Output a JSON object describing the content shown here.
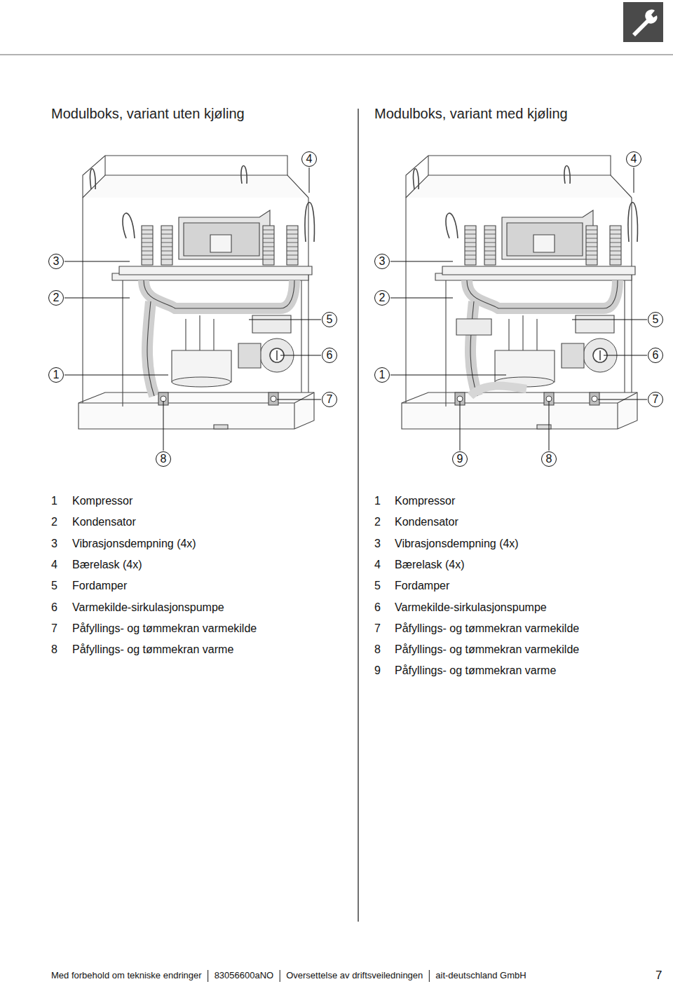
{
  "diagram": {
    "nodes": [
      {
        "text": [
          "4"
        ]
      },
      {
        "text": [
          "3"
        ]
      },
      {
        "text": [
          "2"
        ]
      },
      {
        "text": [
          "5"
        ]
      },
      {
        "text": [
          "6"
        ]
      },
      {
        "text": [
          "1"
        ]
      },
      {
        "text": [
          "7"
        ]
      },
      {
        "text": [
          "8"
        ]
      },
      {
        "text": [
          "4"
        ]
      },
      {
        "text": [
          "3"
        ]
      },
      {
        "text": [
          "2"
        ]
      },
      {
        "text": [
          "5"
        ]
      },
      {
        "text": [
          "6"
        ]
      },
      {
        "text": [
          "1"
        ]
      },
      {
        "text": [
          "7"
        ]
      },
      {
        "text": [
          "9"
        ]
      },
      {
        "text": [
          "8"
        ]
      }
    ],
    "labels": [
      "Modulboks, variant uten kjøling",
      "Modulboks, variant med kjøling",
      "1",
      "Kompressor",
      "2",
      "Kondensator",
      "3",
      "Vibrasjonsdempning (4x)",
      "4",
      "Bærelask (4x)",
      "5",
      "Fordamper",
      "6",
      "Varmekilde-sirkulasjonspumpe",
      "7",
      "Påfyllings- og tømmekran varmekilde",
      "8",
      "Påfyllings- og tømmekran varme",
      "1",
      "Kompressor",
      "2",
      "Kondensator",
      "3",
      "Vibrasjonsdempning (4x)",
      "4",
      "Bærelask (4x)",
      "5",
      "Fordamper",
      "6",
      "Varmekilde-sirkulasjonspumpe",
      "7",
      "Påfyllings- og tømmekran varmekilde",
      "8",
      "Påfyllings- og tømmekran varmekilde",
      "9",
      "Påfyllings- og tømmekran varme",
      "Med forbehold om tekniske endringer",
      "83056600aNO",
      "Oversettelse av driftsveiledningen",
      "ait-deutschland GmbH",
      "7"
    ]
  }
}
